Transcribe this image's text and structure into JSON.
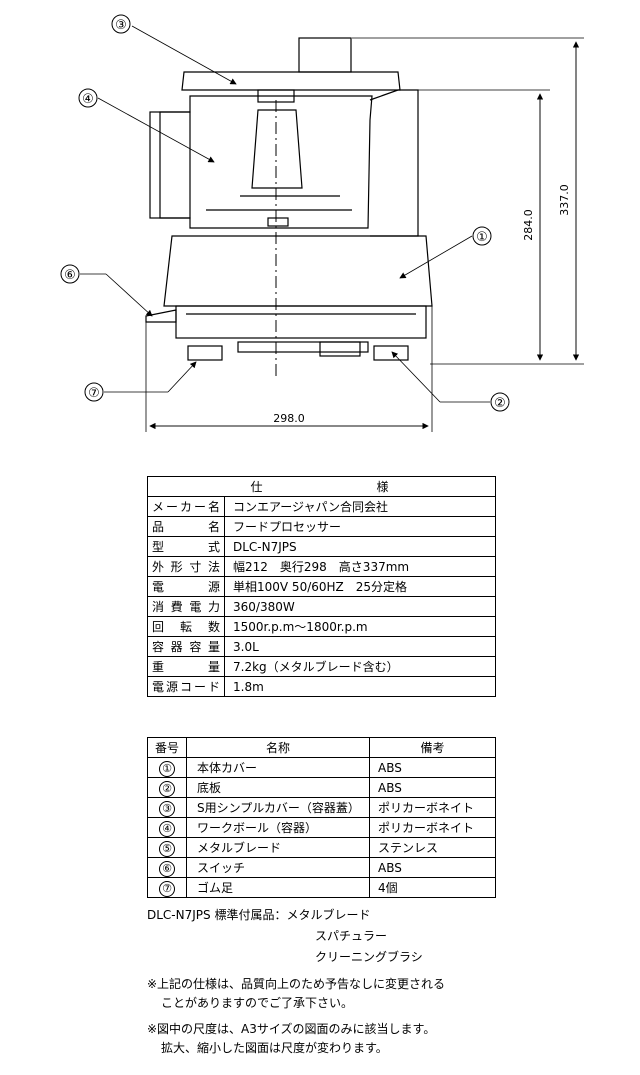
{
  "drawing": {
    "callouts": [
      "③",
      "④",
      "⑥",
      "⑦",
      "①",
      "②"
    ],
    "dimensions": {
      "width": "298.0",
      "height_total": "337.0",
      "height_body": "284.0"
    }
  },
  "spec_table": {
    "title": "仕　　様",
    "rows": [
      {
        "label": "メーカー名",
        "value": "コンエアージャパン合同会社"
      },
      {
        "label": "品　名",
        "value": "フードプロセッサー"
      },
      {
        "label": "型　式",
        "value": "DLC-N7JPS"
      },
      {
        "label": "外形寸法",
        "value": "幅212　奥行298　高さ337mm"
      },
      {
        "label": "電　源",
        "value": "単相100V 50/60HZ　25分定格"
      },
      {
        "label": "消費電力",
        "value": "360/380W"
      },
      {
        "label": "回転数",
        "value": "1500r.p.m〜1800r.p.m"
      },
      {
        "label": "容器容量",
        "value": "3.0L"
      },
      {
        "label": "重　量",
        "value": "7.2kg（メタルブレード含む）"
      },
      {
        "label": "電源コード",
        "value": "1.8m"
      }
    ]
  },
  "parts_table": {
    "headers": [
      "番号",
      "名称",
      "備考"
    ],
    "rows": [
      {
        "num": "①",
        "name": "本体カバー",
        "note": "ABS"
      },
      {
        "num": "②",
        "name": "底板",
        "note": "ABS"
      },
      {
        "num": "③",
        "name": "S用シンプルカバー（容器蓋）",
        "note": "ポリカーボネイト"
      },
      {
        "num": "④",
        "name": "ワークボール（容器）",
        "note": "ポリカーボネイト"
      },
      {
        "num": "⑤",
        "name": "メタルブレード",
        "note": "ステンレス"
      },
      {
        "num": "⑥",
        "name": "スイッチ",
        "note": "ABS"
      },
      {
        "num": "⑦",
        "name": "ゴム足",
        "note": "4個"
      }
    ]
  },
  "accessories": {
    "label": "DLC-N7JPS 標準付属品：",
    "items": [
      "メタルブレード",
      "スパチュラー",
      "クリーニングブラシ"
    ]
  },
  "notes": [
    {
      "line1": "※上記の仕様は、品質向上のため予告なしに変更される",
      "line2": "ことがありますのでご了承下さい。"
    },
    {
      "line1": "※図中の尺度は、A3サイズの図面のみに該当します。",
      "line2": "拡大、縮小した図面は尺度が変わります。"
    }
  ]
}
